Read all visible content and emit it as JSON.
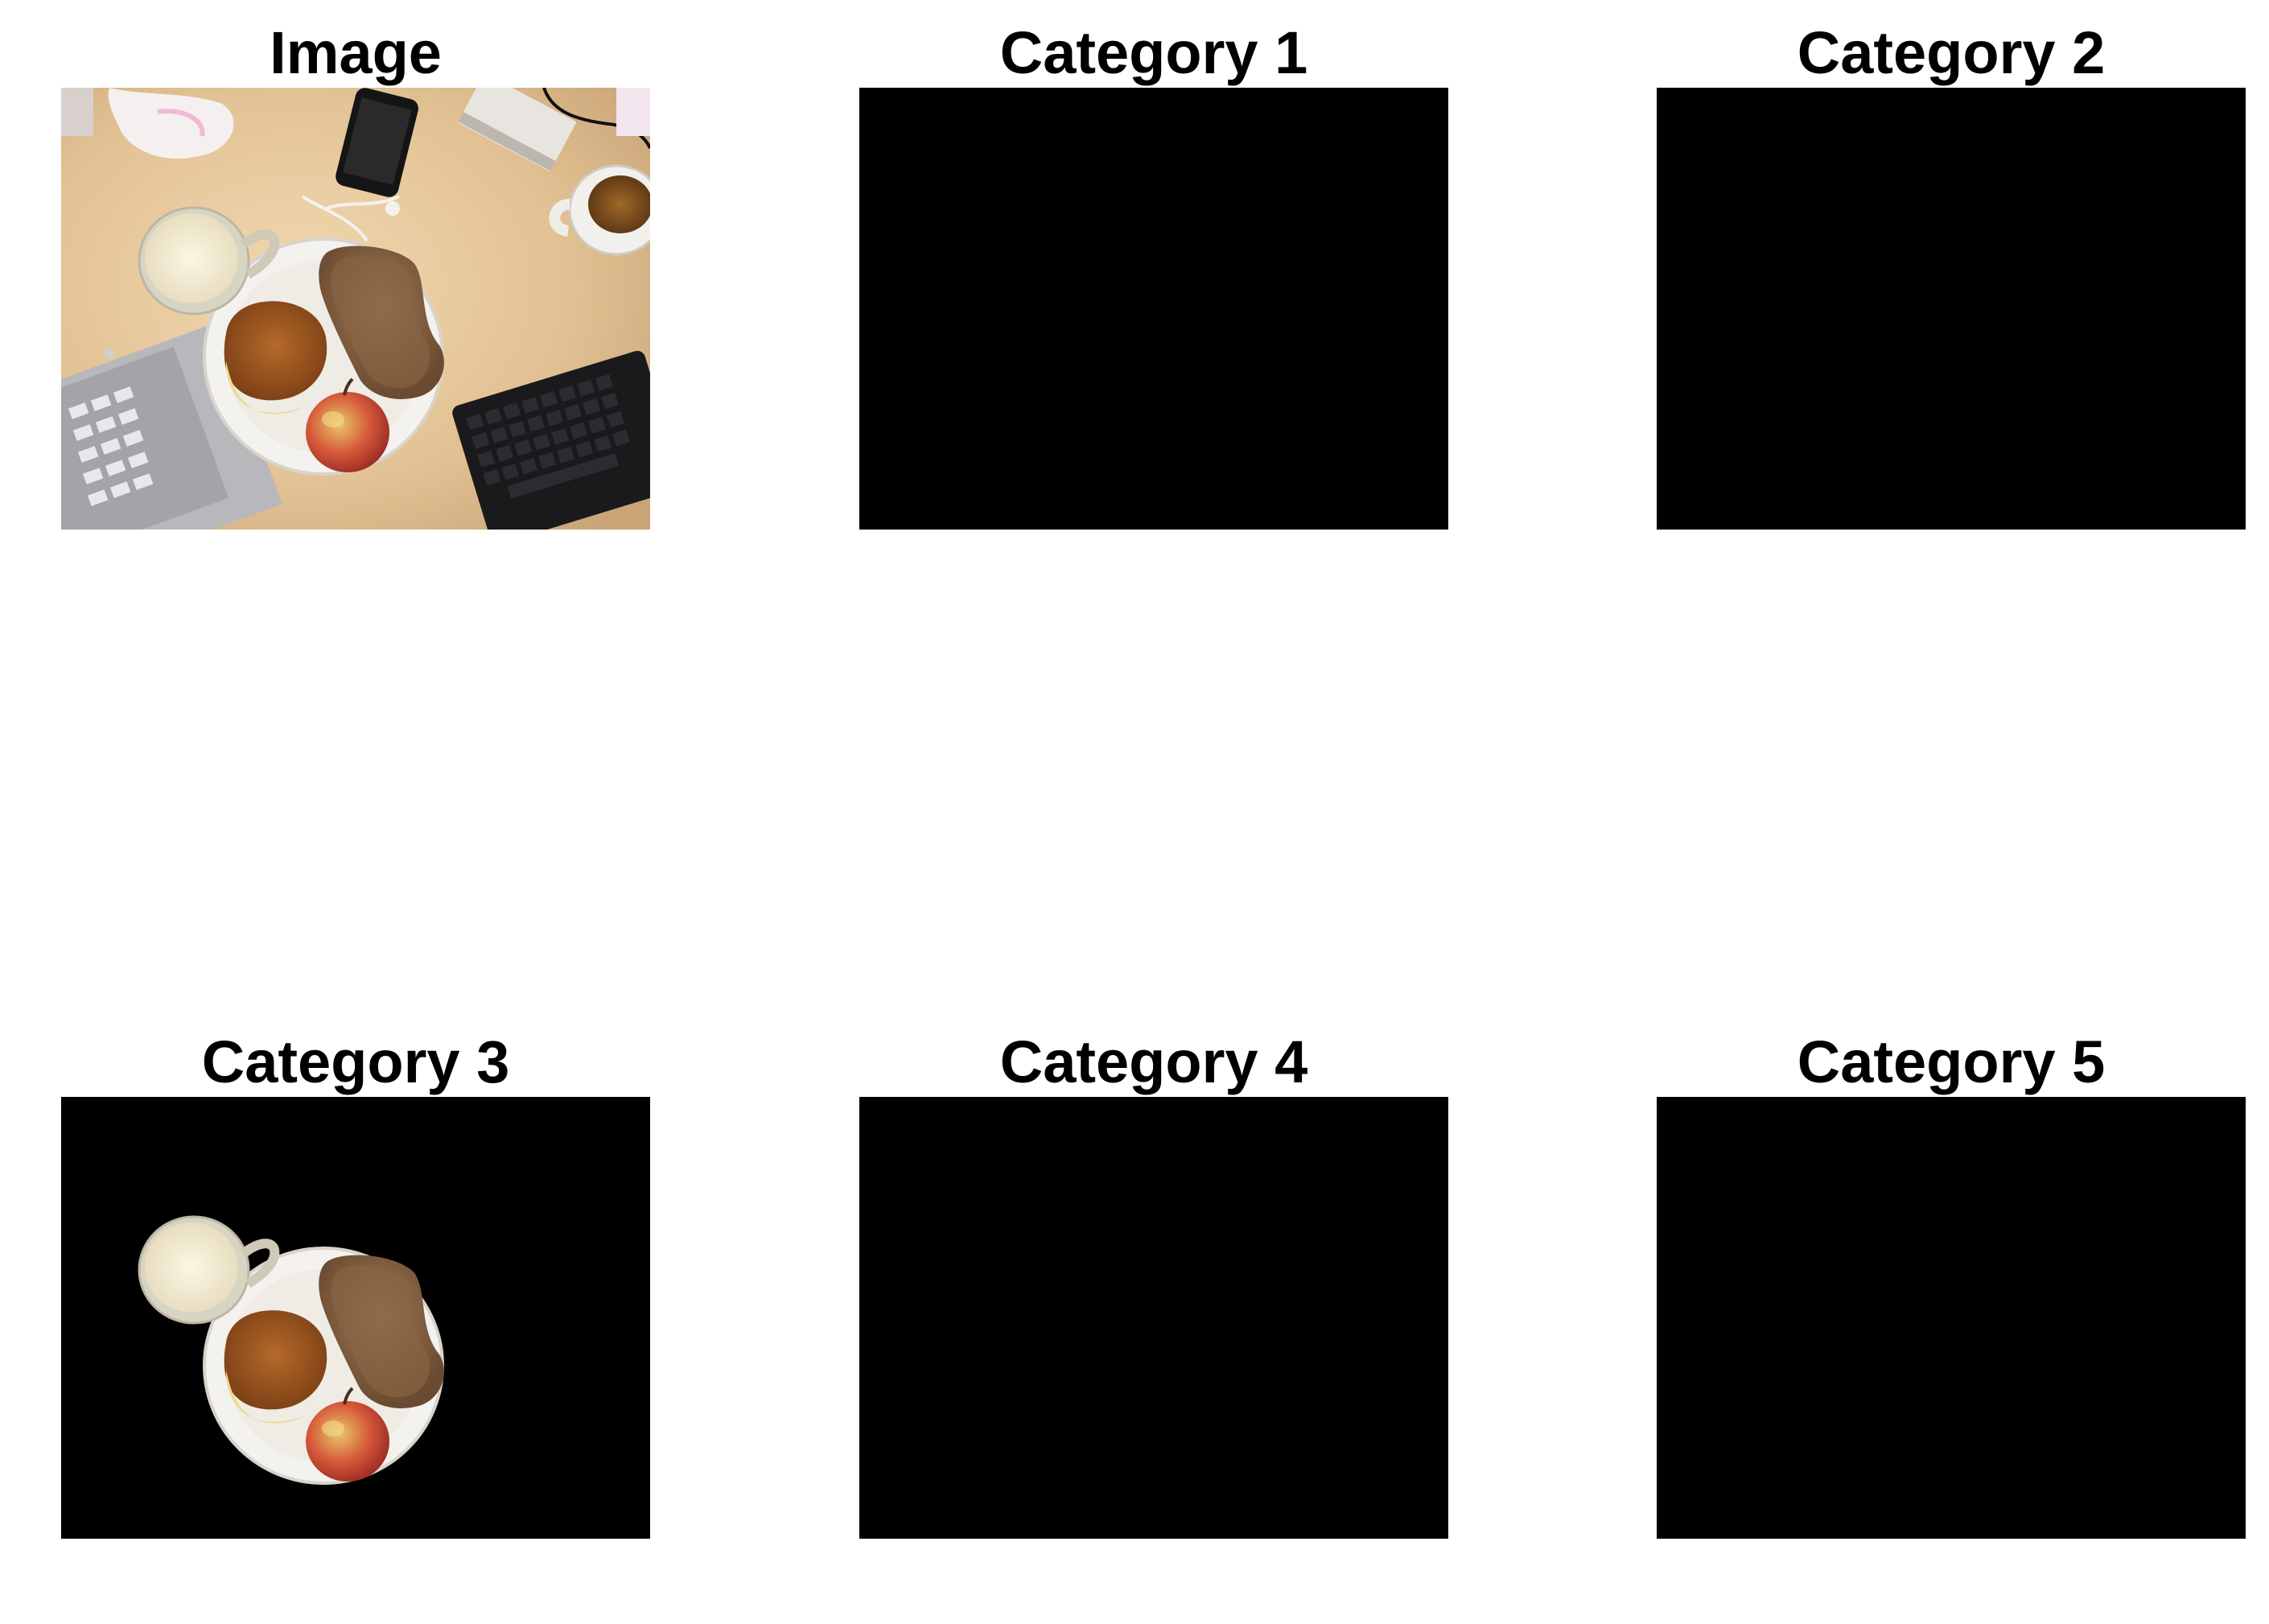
{
  "panels": [
    {
      "title": "Image"
    },
    {
      "title": "Category 1"
    },
    {
      "title": "Category 2"
    },
    {
      "title": "Category 3"
    },
    {
      "title": "Category 4"
    },
    {
      "title": "Category 5"
    }
  ],
  "colors": {
    "background": "#ffffff",
    "mask": "#000000",
    "table": "#e6c9a0"
  }
}
